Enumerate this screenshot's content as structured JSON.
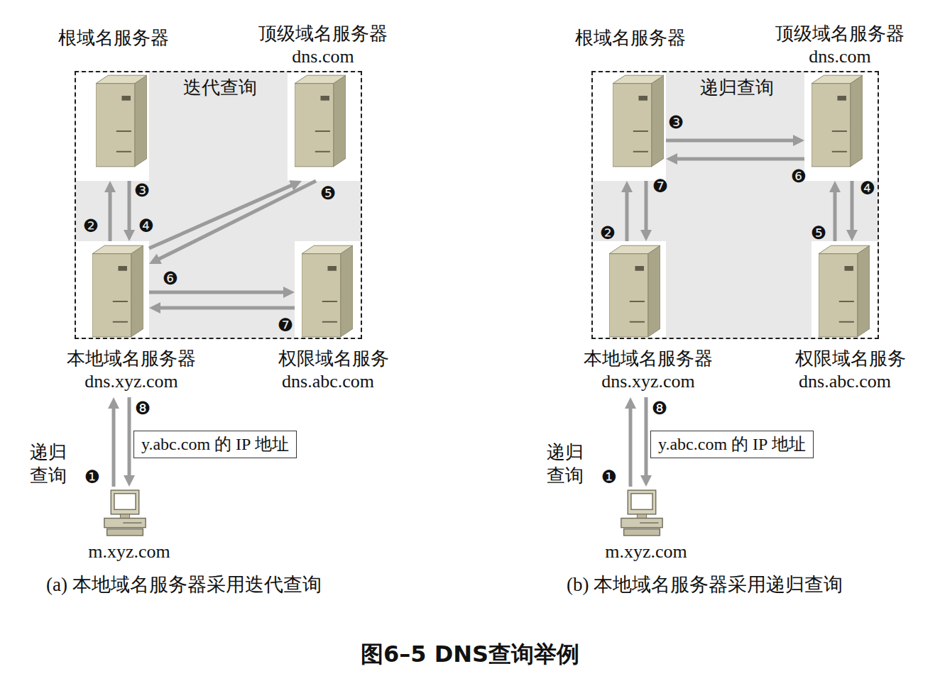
{
  "diagram": {
    "caption": "图6–5 DNS查询举例",
    "nodes": [
      {
        "text": [
          "迭代查询"
        ]
      },
      {
        "text": [
          "根域名服务器"
        ],
        "in": 0
      },
      {
        "text": [
          "顶级域名服务器",
          "dns.com"
        ],
        "in": 0
      },
      {
        "text": [
          "本地域名服务器",
          "dns.xyz.com"
        ],
        "in": 0
      },
      {
        "text": [
          "权限域名服务",
          "dns.abc.com"
        ],
        "in": 0
      },
      {
        "text": [
          "y.abc.com 的 IP 地址"
        ]
      },
      {
        "text": [
          "m.xyz.com"
        ]
      },
      {
        "text": [
          "递归查询"
        ]
      },
      {
        "text": [
          "根域名服务器"
        ],
        "in": 7
      },
      {
        "text": [
          "顶级域名服务器",
          "dns.com"
        ],
        "in": 7
      },
      {
        "text": [
          "本地域名服务器",
          "dns.xyz.com"
        ],
        "in": 7
      },
      {
        "text": [
          "权限域名服务",
          "dns.abc.com"
        ],
        "in": 7
      },
      {
        "text": [
          "y.abc.com 的 IP 地址"
        ]
      },
      {
        "text": [
          "m.xyz.com"
        ]
      }
    ],
    "edges": [
      {
        "from": 6,
        "to": 3,
        "arrow": "to",
        "label": "❶"
      },
      {
        "from": 3,
        "to": 1,
        "arrow": "to",
        "label": "❷"
      },
      {
        "from": 1,
        "to": 3,
        "arrow": "to",
        "label": "❸"
      },
      {
        "from": 3,
        "to": 2,
        "arrow": "to",
        "label": "❹"
      },
      {
        "from": 2,
        "to": 3,
        "arrow": "to",
        "label": "❺"
      },
      {
        "from": 3,
        "to": 4,
        "arrow": "to",
        "label": "❻"
      },
      {
        "from": 4,
        "to": 3,
        "arrow": "to",
        "label": "❼"
      },
      {
        "from": 3,
        "to": 6,
        "arrow": "to",
        "label": "❽"
      },
      {
        "from": 13,
        "to": 10,
        "arrow": "to",
        "label": "❶"
      },
      {
        "from": 10,
        "to": 8,
        "arrow": "to",
        "label": "❷"
      },
      {
        "from": 8,
        "to": 9,
        "arrow": "to",
        "label": "❸"
      },
      {
        "from": 9,
        "to": 11,
        "arrow": "to",
        "label": "❹"
      },
      {
        "from": 11,
        "to": 9,
        "arrow": "to",
        "label": "❺"
      },
      {
        "from": 9,
        "to": 8,
        "arrow": "to",
        "label": "❻"
      },
      {
        "from": 8,
        "to": 10,
        "arrow": "to",
        "label": "❼"
      },
      {
        "from": 10,
        "to": 13,
        "arrow": "to",
        "label": "❽"
      }
    ],
    "labels": [
      "递归 查询",
      "(a) 本地域名服务器采用迭代查询",
      "递归 查询",
      "(b) 本地域名服务器采用递归查询"
    ]
  }
}
